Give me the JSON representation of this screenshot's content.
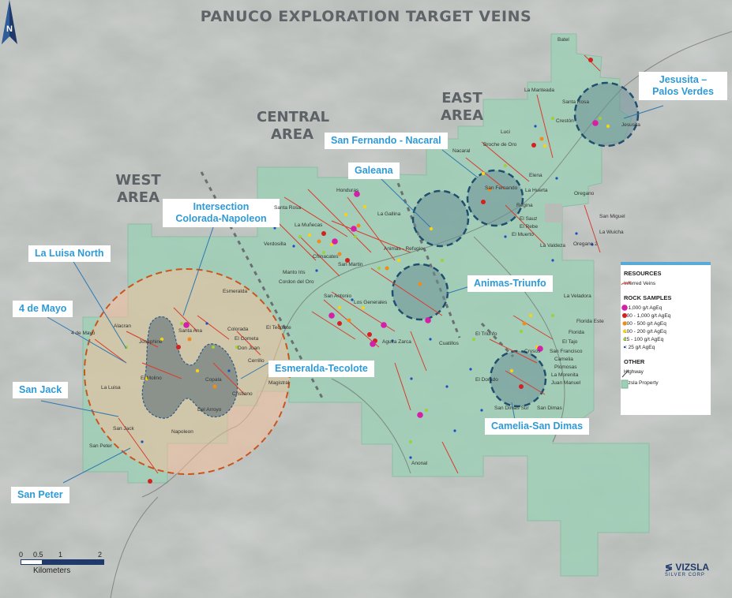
{
  "title": "PANUCO EXPLORATION TARGET VEINS",
  "colors": {
    "property": "#9ccfb5",
    "resource_circle": "#e8a07e",
    "target_circle_stroke": "#1f4e6e",
    "callout_text": "#2e9ad6",
    "vein": "#d93b2b",
    "legend_header_bar": "#5aaad8"
  },
  "areas": {
    "west": "WEST AREA",
    "central": "CENTRAL AREA",
    "east": "EAST AREA"
  },
  "callouts": {
    "jesusita": "Jesusita – Palos Verdes",
    "san_fernando": "San Fernando - Nacaral",
    "galeana": "Galeana",
    "intersection": "Intersection Colorada-Napoleon",
    "la_luisa_north": "La Luisa North",
    "cuatro_de_mayo": "4 de Mayo",
    "animas": "Animas-Triunfo",
    "esmeralda": "Esmeralda-Tecolote",
    "san_jack": "San Jack",
    "camelia": "Camelia-San Dimas",
    "san_peter": "San Peter"
  },
  "place_names": {
    "batel": "Batel",
    "la_manteada": "La Manteada",
    "santa_rosa_e": "Santa Rosa",
    "creston": "Crestón",
    "jesusita": "Jesusita",
    "luci": "Luci",
    "broche": "Broche de Oro",
    "nacaral": "Nacaral",
    "san_fernando": "San Fernando",
    "elena": "Elena",
    "la_huerta": "La Huerta",
    "regina": "Regina",
    "oregano": "Oregano",
    "san_miguel": "San Miguel",
    "la_wuicha": "La Wuicha",
    "el_sauz": "El Sauz",
    "el_rebe": "El Rebe",
    "el_muerto": "El Muerto",
    "oregano2": "Oregano 2",
    "la_valdeza": "La Valdeza",
    "honduras": "Honduras",
    "santa_rosa": "Santa Rosa",
    "la_gallina": "La Gallina",
    "la_munecas": "La Muñecas",
    "verdosilla": "Verdosilla",
    "chinacates": "Chinacates",
    "san_martin": "San Martin",
    "animas_refugio": "Animas - Refugio",
    "manto_iris": "Manto Iris",
    "cordon": "Cordon del Oro",
    "esmeralda": "Esmeralda",
    "san_antonio": "San Antonio",
    "los_generales": "Los Generales",
    "el_tecolote": "El Tecolote",
    "aguita_zarca": "Aguita Zarca",
    "la_veladora": "La Veladora",
    "florida_este": "Florida Este",
    "el_triunfo": "El Triunfo",
    "cuatillos": "Cuatillos",
    "crysos": "Crysos",
    "san_francisco": "San Francisco",
    "florida": "Florida",
    "el_tajo": "El Tajo",
    "camelia": "Camelia",
    "plomosas": "Plomosas",
    "la_morenita": "La Morenita",
    "juan_manuel": "Juan Manuel",
    "el_dorado": "El Dorado",
    "san_dimas_sur": "San Dimas Sur",
    "san_dimas": "San Dimas",
    "anonal": "Anonal",
    "alacran": "Alacran",
    "cuatro_de_mayo": "4 de Mayo",
    "josephine": "Josephine",
    "santa_ana": "Santa Ana",
    "colorada": "Colorada",
    "el_cometa": "El Cometa",
    "don_juan": "Don Juan",
    "cerrillo": "Cerrillo",
    "la_luisa": "La Luisa",
    "el_molino": "El Molino",
    "copala": "Copala",
    "cristiano": "Cristiano",
    "del_arroyo": "Del Arroyo",
    "magistral": "Magistral",
    "san_jack": "San Jack",
    "napoleon": "Napoleon",
    "san_peter": "San Peter"
  },
  "legend": {
    "resources_heading": "RESOURCES",
    "inferred_veins": "Inferred Veins",
    "rock_heading": "ROCK SAMPLES",
    "rock_rows": [
      {
        "label": "> 1,000 g/t AgEq",
        "color": "#d41fa8"
      },
      {
        "label": "500 - 1,000 g/t AgEq",
        "color": "#d72020"
      },
      {
        "label": "200 - 500 g/t AgEq",
        "color": "#f08c1c"
      },
      {
        "label": "100 - 200 g/t AgEq",
        "color": "#f3d21e"
      },
      {
        "label": "25 - 100 g/t AgEq",
        "color": "#9bd13a"
      },
      {
        "label": "< 25 g/t AgEq",
        "color": "#1f4fbf"
      }
    ],
    "other_heading": "OTHER",
    "highway": "Highway",
    "vizsla_property": "Vizsla Property"
  },
  "scale": {
    "ticks": [
      "0",
      "0.5",
      "1",
      "2"
    ],
    "unit": "Kilometers"
  },
  "north_label": "N",
  "logo": {
    "name": "VIZSLA",
    "sub": "SILVER CORP"
  }
}
